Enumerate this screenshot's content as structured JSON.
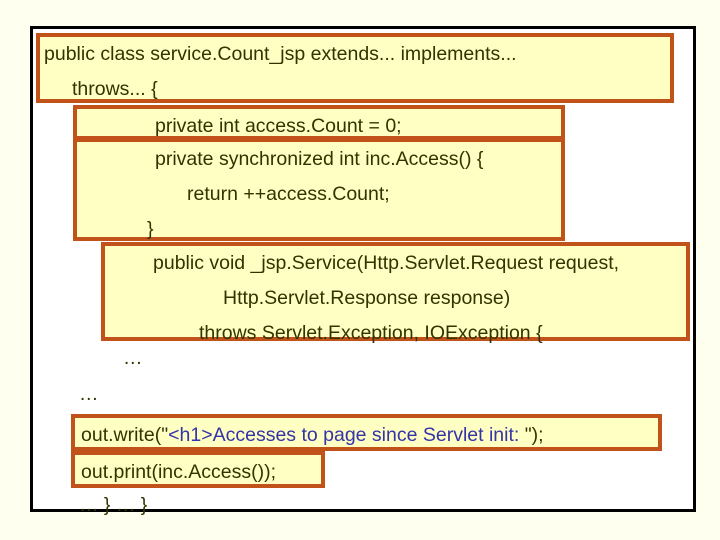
{
  "slide": {
    "background_color": "#fffff0",
    "frame_border_color": "#000000",
    "box_fill_color": "#ffffc4",
    "box_border_color": "#c1521a",
    "code_text_color": "#333300",
    "string_text_color": "#3333aa"
  },
  "code": {
    "class_decl": {
      "line1": "public class service.Count_jsp extends... implements...",
      "line2": "throws... {"
    },
    "field_decl": {
      "line1": "private int access.Count = 0;"
    },
    "sync_method": {
      "line1": "private synchronized int inc.Access() {",
      "line2": "return ++access.Count;",
      "line3": "}"
    },
    "service_signature": {
      "line1": "public void _jsp.Service(Http.Servlet.Request request,",
      "line2": "Http.Servlet.Response response)",
      "line3": "throws Servlet.Exception, IOException {"
    },
    "ellipsis_indented": "…",
    "ellipsis_outer": "…",
    "out_write": {
      "prefix": "out.write(\"",
      "string": "<h1>Accesses to page since Servlet init: ",
      "suffix": "\");"
    },
    "out_print": {
      "line1": "out.print(inc.Access());"
    },
    "closing": "… } … }"
  }
}
